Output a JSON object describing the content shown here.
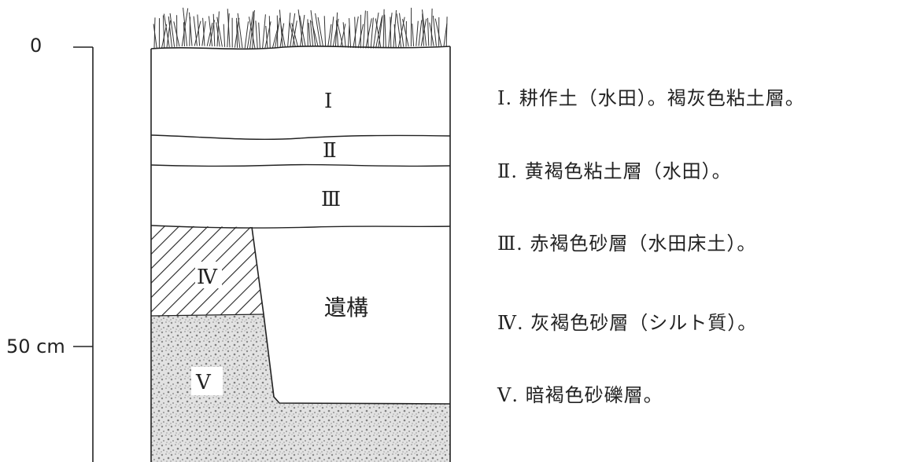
{
  "scale": {
    "top_label": "0",
    "mid_label": "50 cm"
  },
  "layers": [
    {
      "numeral": "Ⅰ"
    },
    {
      "numeral": "Ⅱ"
    },
    {
      "numeral": "Ⅲ"
    },
    {
      "numeral": "Ⅳ"
    },
    {
      "numeral": "Ⅴ"
    }
  ],
  "feature": {
    "label": "遺構"
  },
  "legend": [
    {
      "text": "Ⅰ. 耕作土（水田）。褐灰色粘土層。"
    },
    {
      "text": "Ⅱ. 黄褐色粘土層（水田）。"
    },
    {
      "text": "Ⅲ. 赤褐色砂層（水田床土）。"
    },
    {
      "text": "Ⅳ. 灰褐色砂層（シルト質）。"
    },
    {
      "text": "Ⅴ. 暗褐色砂礫層。"
    }
  ],
  "colors": {
    "ink": "#222222",
    "background": "#ffffff",
    "gravel": "#c9c9c9"
  }
}
